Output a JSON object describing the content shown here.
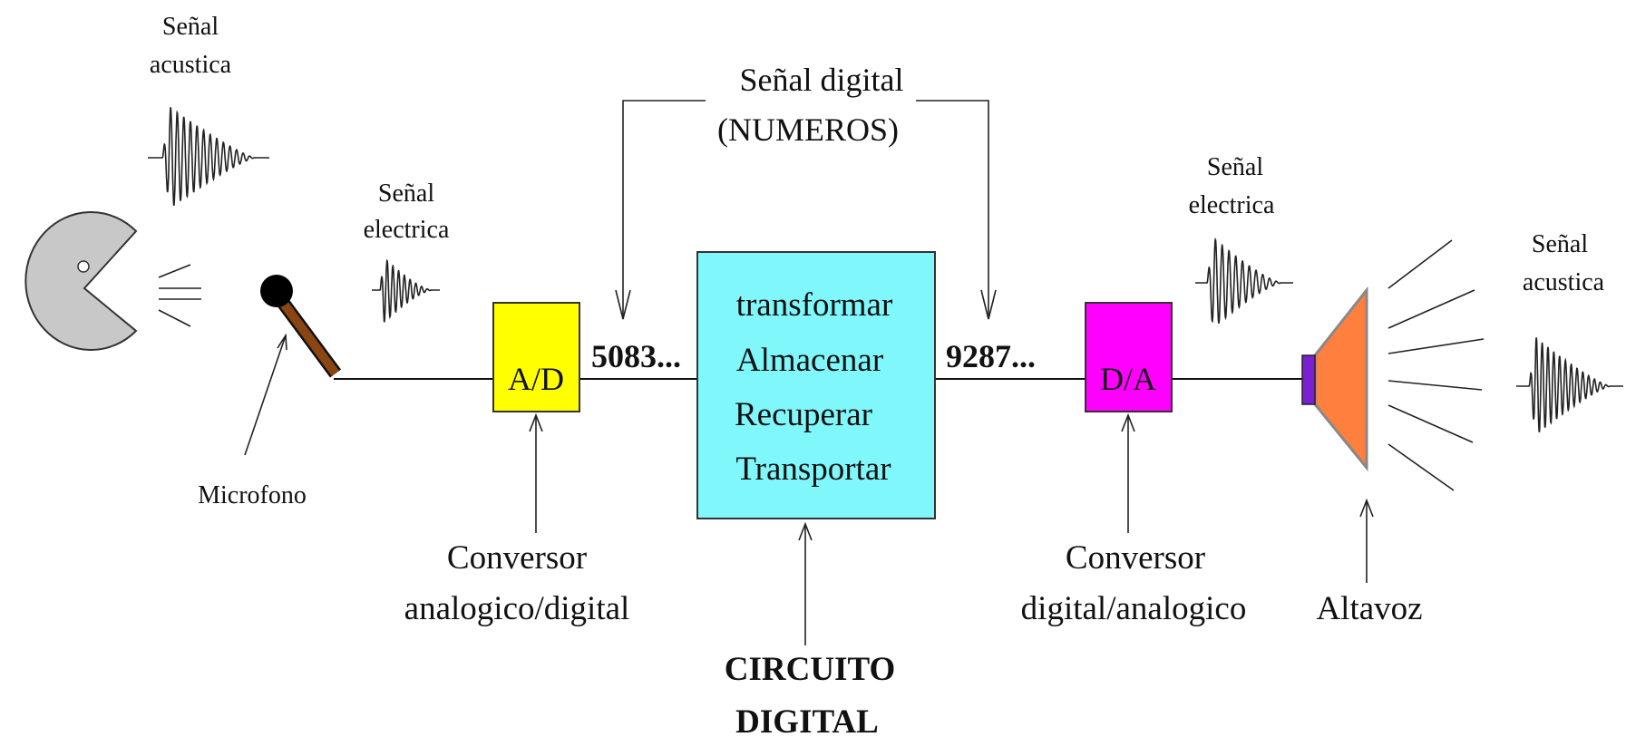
{
  "left_signal_label": [
    "Señal",
    "acustica"
  ],
  "mic_signal_label": [
    "Señal",
    "electrica"
  ],
  "microphone_label": "Microfono",
  "digital_signal_label": [
    "Señal digital",
    "(NUMEROS)"
  ],
  "ad_box": {
    "label": "A/D",
    "color": "#ffff00"
  },
  "ad_caption": [
    "Conversor",
    "analogico/digital"
  ],
  "input_number": "5083...",
  "circuit_box": {
    "color": "#7ff7fb",
    "lines": [
      "transformar",
      "Almacenar",
      "Recuperar",
      "Transportar"
    ]
  },
  "circuit_caption": [
    "CIRCUITO",
    "DIGITAL"
  ],
  "output_number": "9287...",
  "da_box": {
    "label": "D/A",
    "color": "#ff00ff"
  },
  "da_caption": [
    "Conversor",
    "digital/analogico"
  ],
  "right_elec_label": [
    "Señal",
    "electrica"
  ],
  "speaker_label": "Altavoz",
  "right_signal_label": [
    "Señal",
    "acustica"
  ],
  "icons": {
    "source": "pacman-face-icon",
    "microphone": "microphone-icon",
    "speaker": "speaker-icon"
  },
  "colors": {
    "face": "#c8c8c8",
    "mic_head": "#000000",
    "mic_handle": "#8b4513",
    "speaker_body": "#ff7f3f",
    "speaker_magnet": "#7a1fd6"
  }
}
